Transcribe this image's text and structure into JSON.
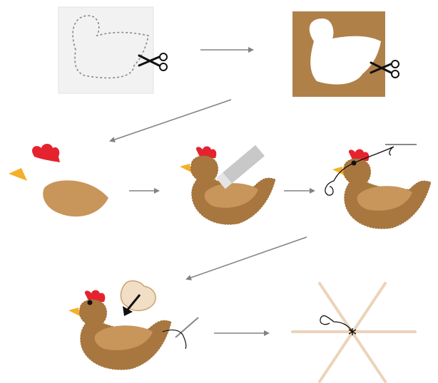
{
  "diagram": {
    "kind": "felt-hen-craft-instructions",
    "steps": [
      {
        "id": 1,
        "action": "cut-out-paper-pattern",
        "icons": [
          "paper-pattern-icon",
          "scissors-icon"
        ]
      },
      {
        "id": 2,
        "action": "cut-felt-along-pattern",
        "icons": [
          "felt-sheet-icon",
          "scissors-icon"
        ]
      },
      {
        "id": 3,
        "action": "felt-pieces-comb-beak-wing",
        "icons": [
          "comb-piece-icon",
          "beak-piece-icon",
          "wing-piece-icon"
        ]
      },
      {
        "id": 4,
        "action": "glue-pieces-on-body",
        "icons": [
          "hen-icon",
          "glue-stick-icon"
        ]
      },
      {
        "id": 5,
        "action": "sew-eye",
        "icons": [
          "hen-icon",
          "needle-icon",
          "thread-icon"
        ]
      },
      {
        "id": 6,
        "action": "stuff-and-sew-closed",
        "icons": [
          "hen-icon",
          "stuffing-icon",
          "needle-icon"
        ]
      },
      {
        "id": 7,
        "action": "tie-thread-to-mobile-sticks",
        "icons": [
          "sticks-icon",
          "thread-icon"
        ]
      }
    ],
    "arrows": [
      "step1-to-step2",
      "step2-to-step3",
      "step3-to-step4",
      "step4-to-step5",
      "step5-to-step6",
      "step6-to-step7"
    ]
  },
  "colors": {
    "felt_brown": "#a8773f",
    "felt_light": "#c8955a",
    "felt_sheet": "#b08049",
    "comb_red": "#e5232e",
    "beak_yellow": "#f4b026",
    "arrow_gray": "#828282",
    "sticks": "#ecd3ba",
    "pattern_bg": "#f2f2f2"
  }
}
